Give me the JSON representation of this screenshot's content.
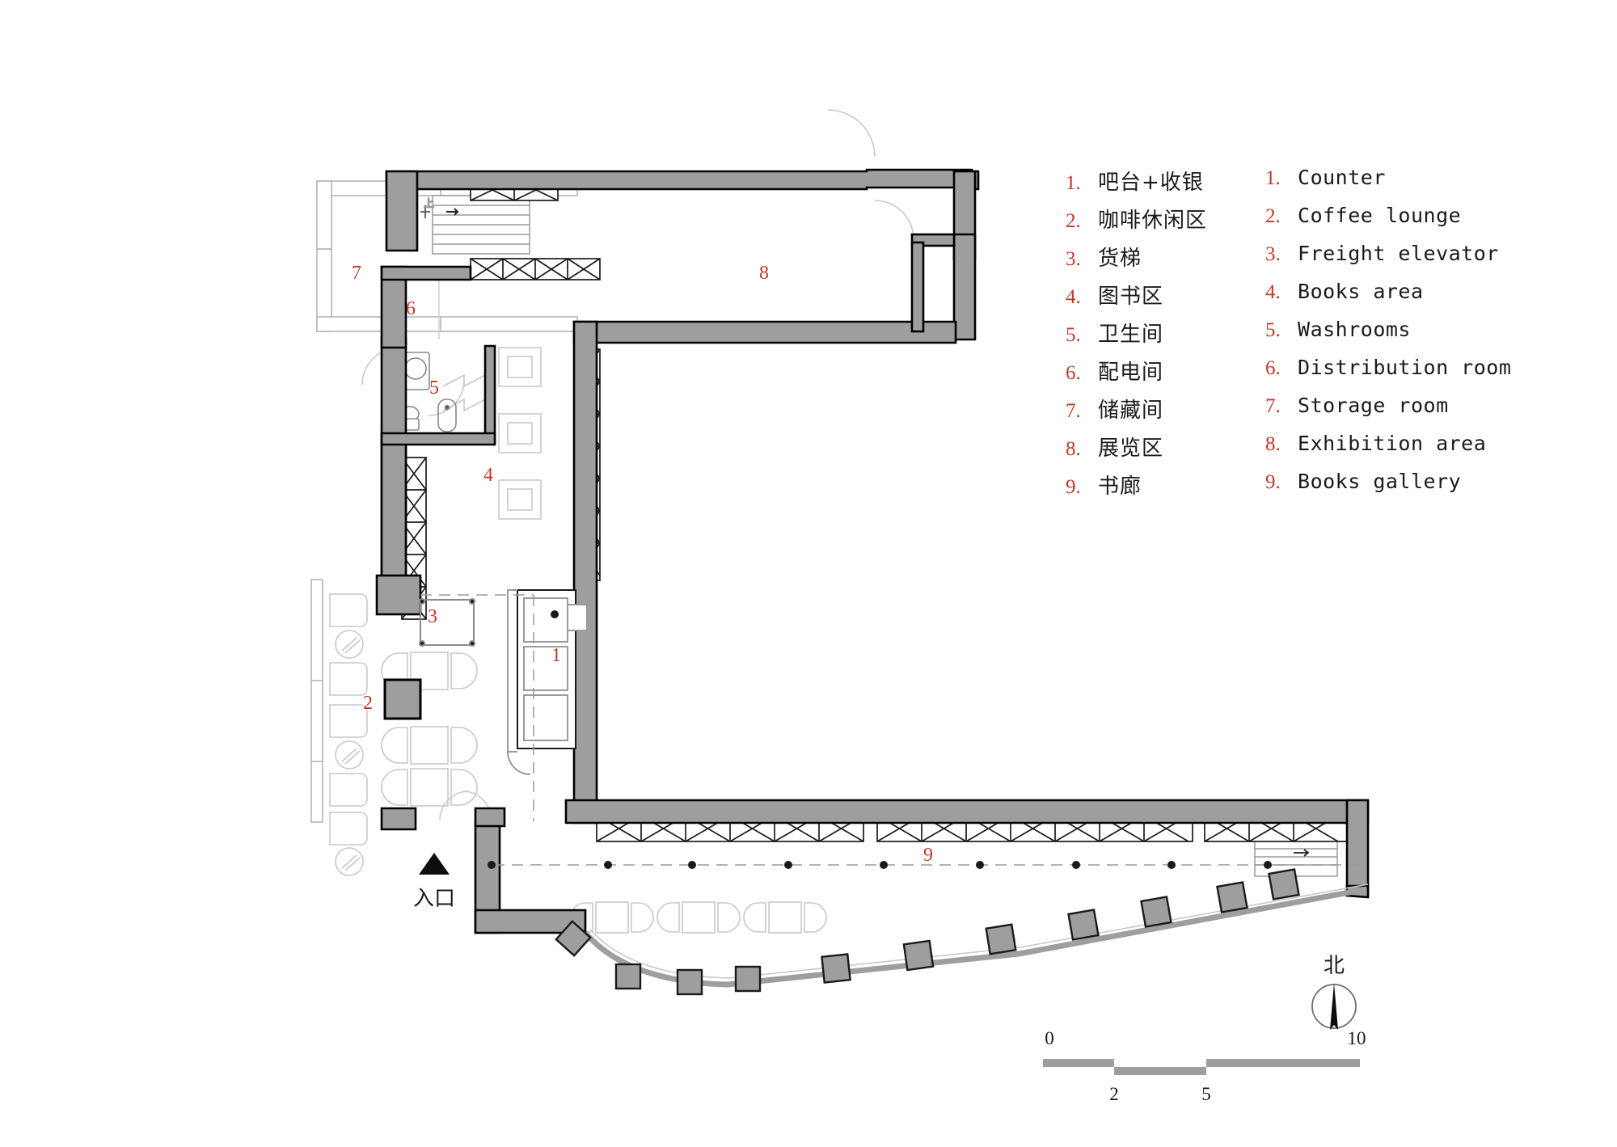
{
  "drawing": {
    "type": "architectural-floor-plan",
    "entrance_label_cn": "入口",
    "north_label_cn": "北"
  },
  "legend": {
    "chinese": [
      {
        "num": "1.",
        "label": "吧台+收银"
      },
      {
        "num": "2.",
        "label": "咖啡休闲区"
      },
      {
        "num": "3.",
        "label": "货梯"
      },
      {
        "num": "4.",
        "label": "图书区"
      },
      {
        "num": "5.",
        "label": "卫生间"
      },
      {
        "num": "6.",
        "label": "配电间"
      },
      {
        "num": "7.",
        "label": "储藏间"
      },
      {
        "num": "8.",
        "label": "展览区"
      },
      {
        "num": "9.",
        "label": "书廊"
      }
    ],
    "english": [
      {
        "num": "1.",
        "label": "Counter"
      },
      {
        "num": "2.",
        "label": "Coffee lounge"
      },
      {
        "num": "3.",
        "label": "Freight elevator"
      },
      {
        "num": "4.",
        "label": "Books area"
      },
      {
        "num": "5.",
        "label": "Washrooms"
      },
      {
        "num": "6.",
        "label": "Distribution room"
      },
      {
        "num": "7.",
        "label": "Storage room"
      },
      {
        "num": "8.",
        "label": "Exhibition area"
      },
      {
        "num": "9.",
        "label": "Books gallery"
      }
    ]
  },
  "plan_markers": {
    "room_1": "1",
    "room_2": "2",
    "room_3": "3",
    "room_4": "4",
    "room_5": "5",
    "room_6": "6",
    "room_7": "7",
    "room_8": "8",
    "room_9": "9"
  },
  "scale_bar": {
    "ticks": [
      "0",
      "2",
      "5",
      "10"
    ],
    "start": "0",
    "tick_2": "2",
    "tick_5": "5",
    "end": "10"
  },
  "colors": {
    "wall_fill": "#9e9e9e",
    "wall_stroke": "#000000",
    "accent_red": "#c0392b",
    "furniture_line": "#c9c9c9",
    "background": "#ffffff"
  }
}
